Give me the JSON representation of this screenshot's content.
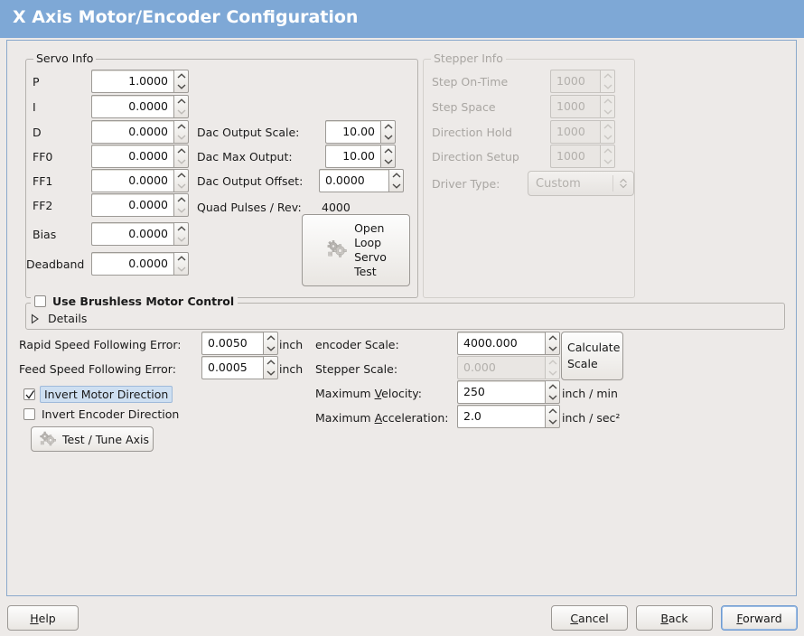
{
  "window": {
    "title": "X Axis Motor/Encoder Configuration",
    "accent_color": "#7ea8d6",
    "background_color": "#edeae8",
    "panel_border_color": "#8aa9cc"
  },
  "servo_info": {
    "frame_label": "Servo Info",
    "enabled": true,
    "fields": [
      {
        "label": "P",
        "value": "1.0000",
        "down_enabled": true
      },
      {
        "label": "I",
        "value": "0.0000",
        "down_enabled": false
      },
      {
        "label": "D",
        "value": "0.0000",
        "down_enabled": false
      },
      {
        "label": "FF0",
        "value": "0.0000",
        "down_enabled": false
      },
      {
        "label": "FF1",
        "value": "0.0000",
        "down_enabled": false
      },
      {
        "label": "FF2",
        "value": "0.0000",
        "down_enabled": false
      },
      {
        "label": "Bias",
        "value": "0.0000",
        "down_enabled": false
      },
      {
        "label": "Deadband",
        "value": "0.0000",
        "down_enabled": false
      }
    ],
    "dac": [
      {
        "label": "Dac Output Scale:",
        "value": "10.00"
      },
      {
        "label": "Dac Max Output:",
        "value": "10.00"
      },
      {
        "label": "Dac Output Offset:",
        "value": "0.0000"
      }
    ],
    "quad_pulses": {
      "label": "Quad Pulses / Rev:",
      "value": "4000"
    },
    "open_loop_button": {
      "lines": [
        "Open",
        "Loop",
        "Servo",
        "Test"
      ],
      "icon": "gears-icon"
    }
  },
  "stepper_info": {
    "frame_label": "Stepper Info",
    "enabled": false,
    "fields": [
      {
        "label": "Step On-Time",
        "value": "1000"
      },
      {
        "label": "Step Space",
        "value": "1000"
      },
      {
        "label": "Direction Hold",
        "value": "1000"
      },
      {
        "label": "Direction Setup",
        "value": "1000"
      }
    ],
    "driver_type": {
      "label": "Driver Type:",
      "value": "Custom"
    }
  },
  "brushless": {
    "frame_label": "Use Brushless Motor Control",
    "checked": false,
    "details_label": "Details",
    "details_expanded": false
  },
  "errors": {
    "rapid": {
      "label": "Rapid Speed Following Error:",
      "value": "0.0050",
      "unit": "inch"
    },
    "feed": {
      "label": "Feed Speed Following Error:",
      "value": "0.0005",
      "unit": "inch"
    }
  },
  "invert": {
    "motor": {
      "label": "Invert Motor Direction",
      "checked": true,
      "focused": true
    },
    "encoder": {
      "label": "Invert Encoder Direction",
      "checked": false,
      "focused": false
    }
  },
  "test_tune_button": {
    "label": "Test / Tune Axis",
    "icon": "gears-icon"
  },
  "scales": {
    "encoder_scale": {
      "label": "encoder Scale:",
      "value": "4000.000",
      "enabled": true
    },
    "stepper_scale": {
      "label": "Stepper Scale:",
      "value": "0.000",
      "enabled": false
    },
    "calculate_button": {
      "lines": [
        "Calculate",
        "Scale"
      ]
    },
    "max_velocity": {
      "label": "Maximum Velocity:",
      "mnemonic": "V",
      "value": "250",
      "unit": "inch / min"
    },
    "max_acceleration": {
      "label": "Maximum Acceleration:",
      "mnemonic": "A",
      "value": "2.0",
      "unit": "inch / sec²"
    }
  },
  "footer": {
    "help": {
      "label": "Help",
      "mnemonic": "H",
      "focused": false
    },
    "cancel": {
      "label": "Cancel",
      "mnemonic": "C",
      "focused": false
    },
    "back": {
      "label": "Back",
      "mnemonic": "B",
      "focused": false
    },
    "forward": {
      "label": "Forward",
      "mnemonic": "F",
      "focused": true
    }
  }
}
